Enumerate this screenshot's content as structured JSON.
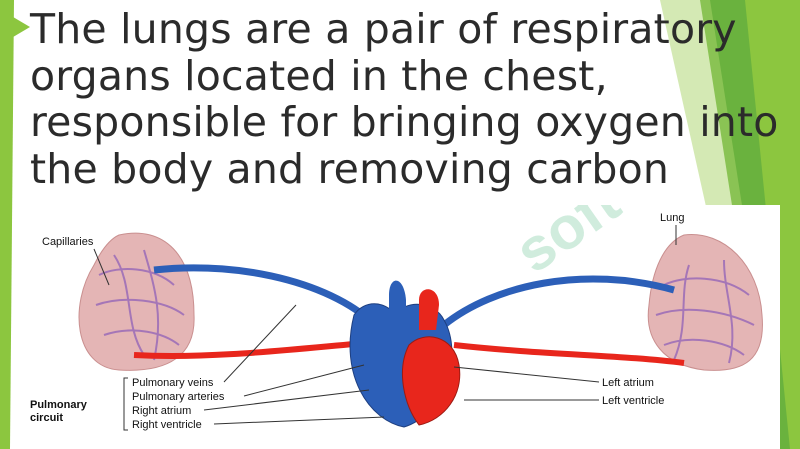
{
  "slide": {
    "body_text": "The lungs are a pair of respiratory organs located in the chest, responsible for bringing oxygen into the body and removing carbon",
    "accent_color": "#8cc63f"
  },
  "figure": {
    "labels": {
      "capillaries": "Capillaries",
      "lung": "Lung",
      "pulmonary_circuit_line1": "Pulmonary",
      "pulmonary_circuit_line2": "circuit",
      "pulmonary_veins": "Pulmonary veins",
      "pulmonary_arteries": "Pulmonary arteries",
      "right_atrium": "Right atrium",
      "right_ventricle": "Right ventricle",
      "left_atrium": "Left atrium",
      "left_ventricle": "Left ventricle"
    },
    "colors": {
      "oxygenated": "#e8261c",
      "deoxygenated": "#2c5fb8",
      "lung_tissue": "#e4b5b5"
    }
  },
  "watermark": {
    "text": "soft"
  }
}
